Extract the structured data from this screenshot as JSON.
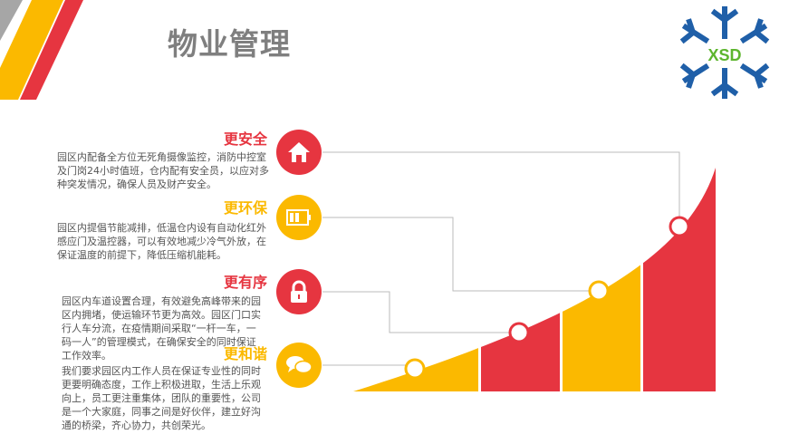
{
  "title": "物业管理",
  "logo_text": "XSD",
  "colors": {
    "red": "#e63540",
    "yellow": "#fbb900",
    "gray": "#a6a6a6",
    "blue": "#1f5fa8",
    "green": "#5db52e"
  },
  "items": [
    {
      "heading": "更安全",
      "icon": "home-icon",
      "desc": "园区内配备全方位无死角摄像监控，消防中控室及门岗24小时值班，仓内配有安全员，以应对多种突发情况，确保人员及财产安全。"
    },
    {
      "heading": "更环保",
      "icon": "battery-icon",
      "desc": "园区内提倡节能减排，低温仓内设有自动化红外感应门及温控器，可以有效地减少冷气外放，在保证温度的前提下，降低压缩机能耗。"
    },
    {
      "heading": "更有序",
      "icon": "lock-icon",
      "desc": "园区内车道设置合理，有效避免高峰带来的园区内拥堵，使运输环节更为高效。园区门口实行人车分流，在疫情期间采取“一杆一车，一码一人”的管理模式，在确保安全的同时保证工作效率。"
    },
    {
      "heading": "更和谐",
      "icon": "chat-icon",
      "desc": "我们要求园区内工作人员在保证专业性的同时更要明确态度，工作上积极进取，生活上乐观向上，员工更注重集体，团队的重要性，公司是一个大家庭，同事之间是好伙伴，建立好沟通的桥梁，齐心协力，共创荣光。"
    }
  ]
}
